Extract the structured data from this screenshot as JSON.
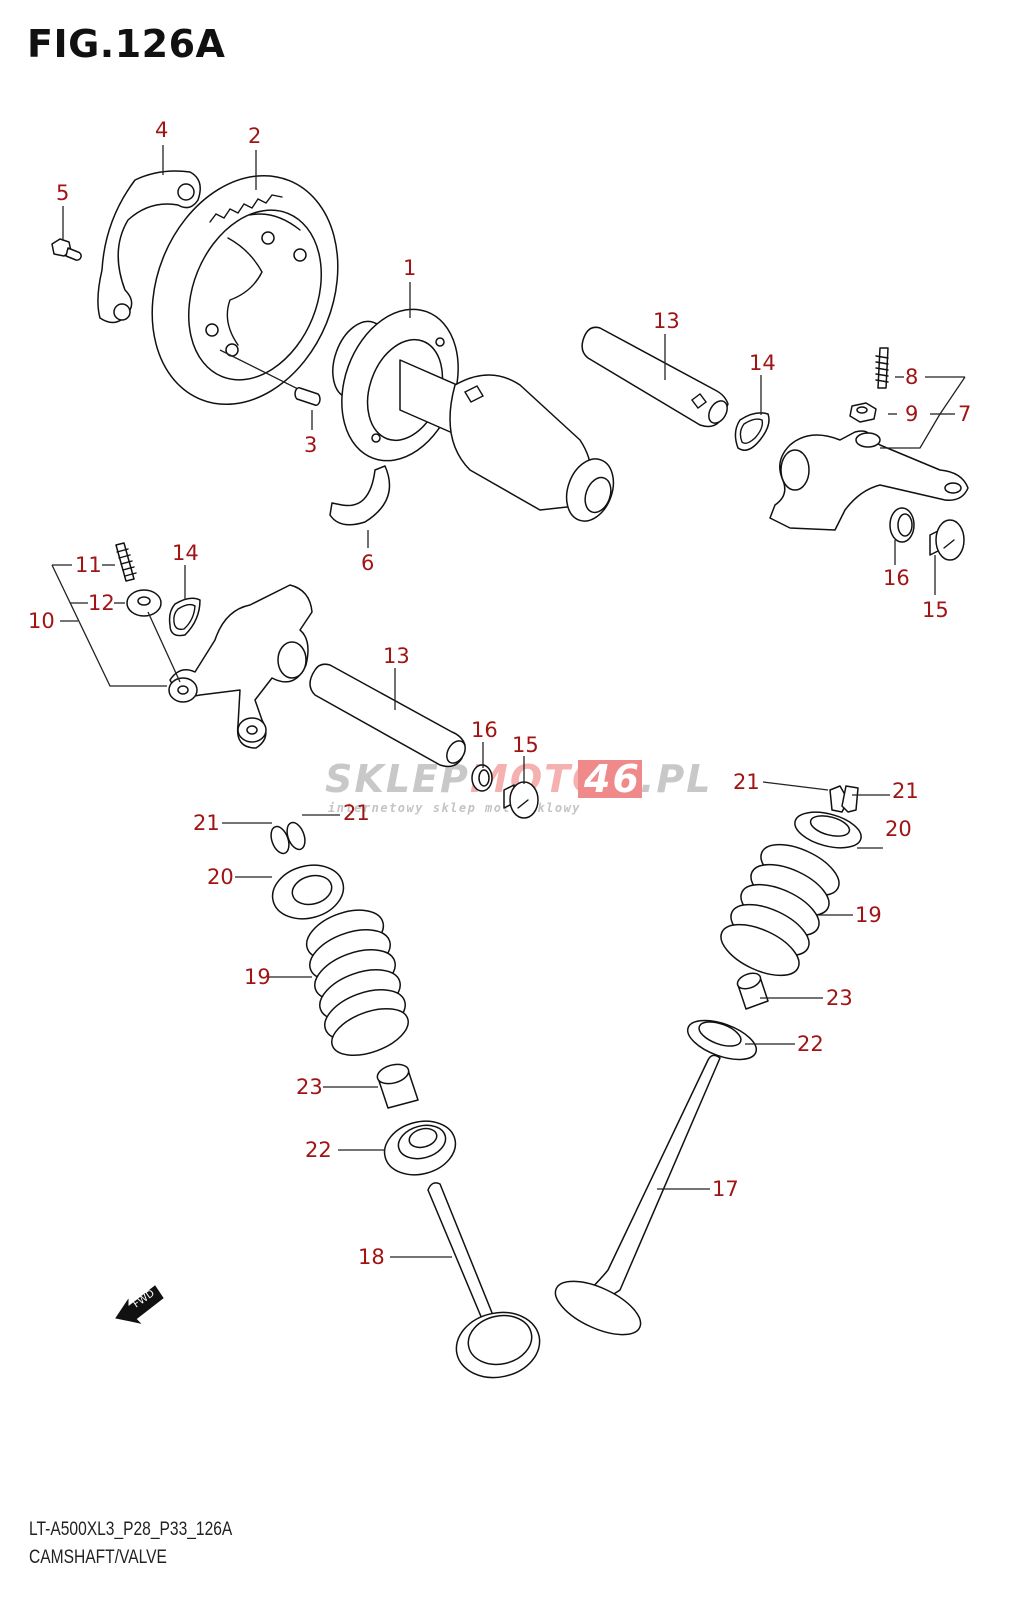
{
  "figure": {
    "title": "FIG.126A",
    "code": "LT-A500XL3_P28_P33_126A",
    "name": "CAMSHAFT/VALVE"
  },
  "colors": {
    "callout": "#a01414",
    "line": "#111111",
    "watermark_gray": "#c8c8c8",
    "watermark_red": "#f08a8a"
  },
  "watermark": {
    "part1": "SKLEP",
    "part2": "MOTO",
    "part3": "46",
    "part4": ".PL",
    "subtitle": "internetowy sklep motocyklowy"
  },
  "direction_marker": {
    "label": "FWD",
    "icon": "arrow-forward-icon"
  },
  "callouts": [
    {
      "id": "c1",
      "number": "1",
      "part": "camshaft"
    },
    {
      "id": "c2",
      "number": "2",
      "part": "cam-sprocket"
    },
    {
      "id": "c3",
      "number": "3",
      "part": "dowel-pin"
    },
    {
      "id": "c4",
      "number": "4",
      "part": "retainer-plate"
    },
    {
      "id": "c5",
      "number": "5",
      "part": "bolt"
    },
    {
      "id": "c6",
      "number": "6",
      "part": "camshaft-stopper"
    },
    {
      "id": "c7",
      "number": "7",
      "part": "rocker-arm-exhaust"
    },
    {
      "id": "c8",
      "number": "8",
      "part": "adjusting-screw"
    },
    {
      "id": "c9",
      "number": "9",
      "part": "lock-nut"
    },
    {
      "id": "c10",
      "number": "10",
      "part": "rocker-arm-intake"
    },
    {
      "id": "c11",
      "number": "11",
      "part": "adjusting-screw"
    },
    {
      "id": "c12",
      "number": "12",
      "part": "lock-nut"
    },
    {
      "id": "c13a",
      "number": "13",
      "part": "rocker-arm-shaft"
    },
    {
      "id": "c13b",
      "number": "13",
      "part": "rocker-arm-shaft"
    },
    {
      "id": "c14a",
      "number": "14",
      "part": "wave-washer"
    },
    {
      "id": "c14b",
      "number": "14",
      "part": "wave-washer"
    },
    {
      "id": "c15a",
      "number": "15",
      "part": "shaft-plug"
    },
    {
      "id": "c15b",
      "number": "15",
      "part": "shaft-plug"
    },
    {
      "id": "c16a",
      "number": "16",
      "part": "o-ring"
    },
    {
      "id": "c16b",
      "number": "16",
      "part": "o-ring"
    },
    {
      "id": "c17",
      "number": "17",
      "part": "exhaust-valve"
    },
    {
      "id": "c18",
      "number": "18",
      "part": "intake-valve"
    },
    {
      "id": "c19a",
      "number": "19",
      "part": "valve-spring"
    },
    {
      "id": "c19b",
      "number": "19",
      "part": "valve-spring"
    },
    {
      "id": "c20a",
      "number": "20",
      "part": "spring-retainer"
    },
    {
      "id": "c20b",
      "number": "20",
      "part": "spring-retainer"
    },
    {
      "id": "c21a",
      "number": "21",
      "part": "cotter"
    },
    {
      "id": "c21b",
      "number": "21",
      "part": "cotter"
    },
    {
      "id": "c21c",
      "number": "21",
      "part": "cotter"
    },
    {
      "id": "c21d",
      "number": "21",
      "part": "cotter"
    },
    {
      "id": "c22a",
      "number": "22",
      "part": "spring-seat"
    },
    {
      "id": "c22b",
      "number": "22",
      "part": "spring-seat"
    },
    {
      "id": "c23a",
      "number": "23",
      "part": "stem-seal"
    },
    {
      "id": "c23b",
      "number": "23",
      "part": "stem-seal"
    }
  ]
}
